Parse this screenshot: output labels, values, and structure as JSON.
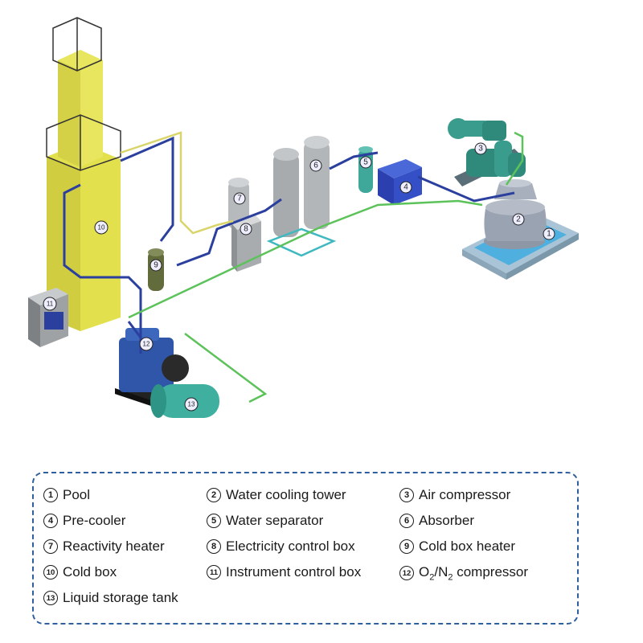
{
  "legend": {
    "items": [
      {
        "num": "1",
        "label": "Pool"
      },
      {
        "num": "2",
        "label": "Water cooling tower"
      },
      {
        "num": "3",
        "label": "Air compressor"
      },
      {
        "num": "4",
        "label": "Pre-cooler"
      },
      {
        "num": "5",
        "label": "Water separator"
      },
      {
        "num": "6",
        "label": "Absorber"
      },
      {
        "num": "7",
        "label": "Reactivity heater"
      },
      {
        "num": "8",
        "label": "Electricity control box"
      },
      {
        "num": "9",
        "label": "Cold box heater"
      },
      {
        "num": "10",
        "label": "Cold box"
      },
      {
        "num": "11",
        "label": "Instrument control box"
      },
      {
        "num": "12",
        "label_prefix": "O",
        "label_sub1": "2",
        "label_mid": "/N",
        "label_sub2": "2",
        "label_suffix": " compressor"
      },
      {
        "num": "13",
        "label": "Liquid storage tank"
      }
    ]
  },
  "colors": {
    "blue_pipe": "#2b3f9e",
    "green_pipe": "#5cc25a",
    "yellow_pipe": "#d9d56a",
    "cold_box": "#e3e04e",
    "teal_equipment": "#3fa89a",
    "gray_tank": "#b5b8ba",
    "legend_border": "#2f5f9e"
  }
}
